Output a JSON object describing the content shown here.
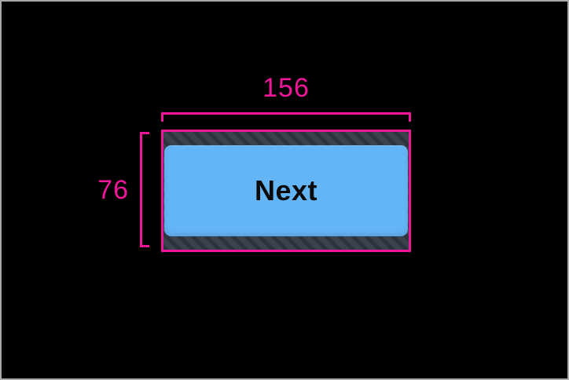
{
  "figure": {
    "background": "#000000",
    "frame_border_color": "#a9a9a9"
  },
  "colors": {
    "measurement_pink": "#f0169a",
    "button_fill": "#64b5f6",
    "button_text": "#0a0a0a",
    "touch_area_base": "#3b424c",
    "touch_area_stripe": "#2d333c"
  },
  "measurements": {
    "width_label": "156",
    "height_label": "76"
  },
  "button": {
    "label": "Next"
  }
}
